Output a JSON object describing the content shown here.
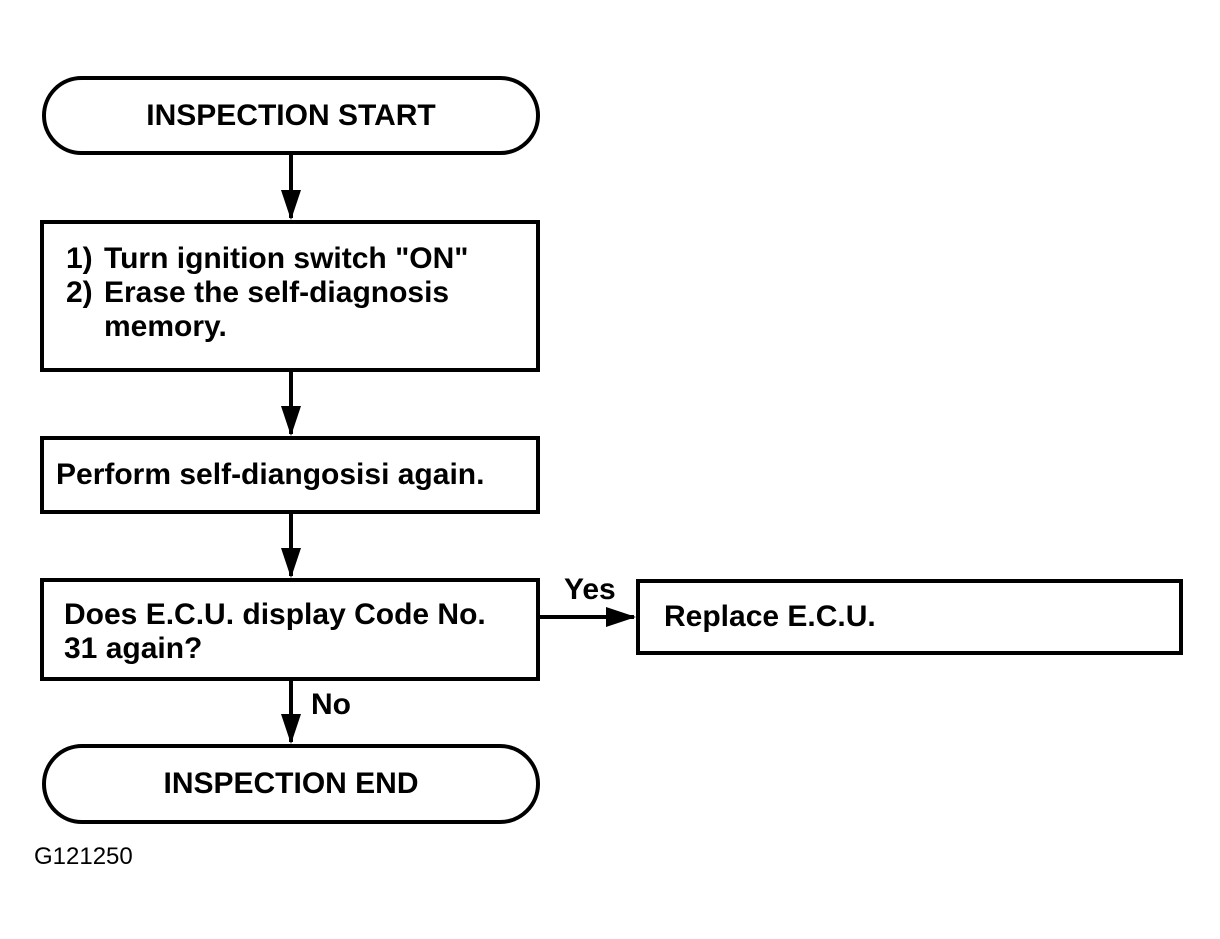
{
  "flowchart": {
    "start": "INSPECTION START",
    "step1": {
      "items": [
        {
          "num": "1)",
          "text": "Turn ignition switch \"ON\""
        },
        {
          "num": "2)",
          "text": "Erase the self-diagnosis"
        }
      ],
      "continuation": "memory."
    },
    "step2": "Perform self-diangosisi again.",
    "decision": {
      "line1": "Does E.C.U. display Code No.",
      "line2": "31 again?"
    },
    "yes_label": "Yes",
    "no_label": "No",
    "replace": "Replace E.C.U.",
    "end": "INSPECTION END"
  },
  "figure_id": "G121250",
  "colors": {
    "stroke": "#000000",
    "background": "#ffffff"
  }
}
